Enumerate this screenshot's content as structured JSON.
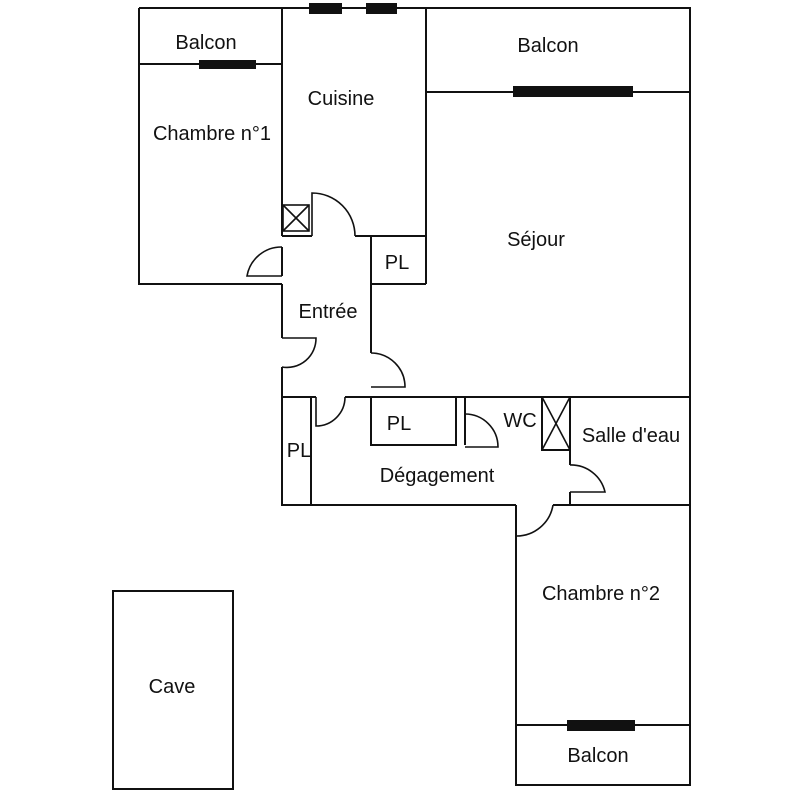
{
  "rooms": {
    "balcon_1": "Balcon",
    "chambre_1": "Chambre n°1",
    "cuisine": "Cuisine",
    "balcon_2": "Balcon",
    "sejour": "Séjour",
    "pl_1": "PL",
    "entree": "Entrée",
    "pl_2": "PL",
    "pl_3": "PL",
    "wc": "WC",
    "salle_eau": "Salle d'eau",
    "degagement": "Dégagement",
    "chambre_2": "Chambre n°2",
    "balcon_3": "Balcon",
    "cave": "Cave"
  },
  "colors": {
    "wall": "#111111",
    "background": "#ffffff"
  }
}
